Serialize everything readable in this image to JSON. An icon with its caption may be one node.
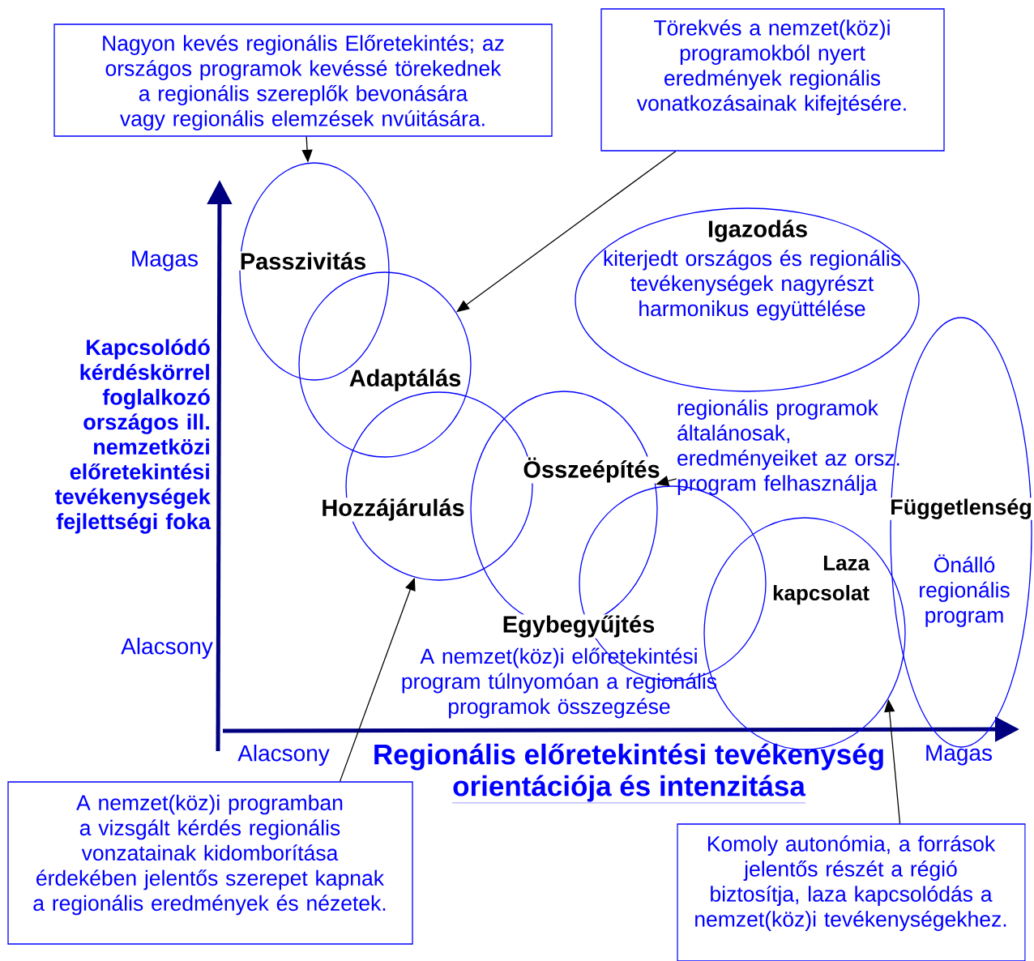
{
  "diagram": {
    "nodes": [
      {
        "text": [
          "Nagyon kevés regionális Előretekintés; az országos programok kevéssé törekednek a regionális szereplők bevonására vagy regionális elemzések nvúitására."
        ]
      },
      {
        "text": [
          "Törekvés a nemzet(köz)i programokból nyert eredmények regionális vonatkozásainak kifejtésére."
        ]
      },
      {
        "text": [
          "Passzivitás"
        ]
      },
      {
        "text": [
          "Adaptálás"
        ]
      },
      {
        "text": [
          "Igazodás",
          "kiterjedt országos és regionális tevékenységek nagyrészt harmonikus együttélése"
        ]
      },
      {
        "text": [
          "Hozzájárulás"
        ]
      },
      {
        "text": [
          "Összeépítés"
        ]
      },
      {
        "text": [
          "Egybegyűjtés",
          "A nemzet(köz)i előretekintési program túlnyomóan a regionális programok összegzése"
        ]
      },
      {
        "text": [
          "Laza kapcsolat"
        ]
      },
      {
        "text": [
          "Függetlenség",
          "Önálló regionális program"
        ]
      },
      {
        "text": [
          "A nemzet(köz)i programban a vizsgált kérdés regionális vonzatainak kidomborítása érdekében jelentős szerepet kapnak a regionális eredmények és nézetek."
        ]
      },
      {
        "text": [
          "Komoly autonómia, a források jelentős részét a régió biztosítja, laza kapcsolódás a nemzet(köz)i tevékenységekhez."
        ]
      },
      {
        "text": [
          "regionális programok általánosak, eredményeiket az orsz. program felhasználja"
        ]
      }
    ],
    "edges": [
      {
        "from": 0,
        "to": 2,
        "arrow": "to"
      },
      {
        "from": 1,
        "to": 3,
        "arrow": "to"
      },
      {
        "from": 10,
        "to": 5,
        "arrow": "to"
      },
      {
        "from": 11,
        "to": 8,
        "arrow": "to"
      },
      {
        "from": 12,
        "to": 6,
        "arrow": "to"
      }
    ],
    "labels": [
      "Magas",
      "Kapcsolódó kérdéskörrel foglalkozó országos ill. nemzetközi előretekintési tevékenységek fejlettségi foka",
      "Alacsony",
      "Alacsony",
      "Regionális előretekintési tevékenység",
      "orientációja és intenzitása",
      "Magas"
    ]
  }
}
